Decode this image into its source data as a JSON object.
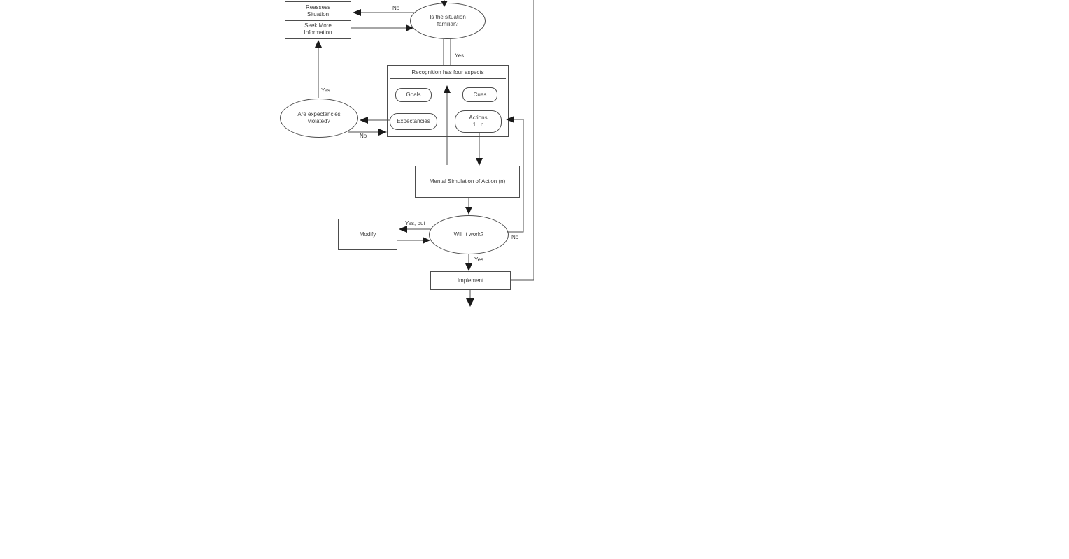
{
  "background_color": "#ffffff",
  "line_color": "#4d4d4d",
  "text_color": "#3d3d3d",
  "nodes": {
    "reassess": {
      "lines": [
        "Reassess",
        "Situation"
      ]
    },
    "seek_more": {
      "lines": [
        "Seek More",
        "Information"
      ]
    },
    "familiar": {
      "lines": [
        "Is the situation",
        "familiar?"
      ]
    },
    "recognition": {
      "title": "Recognition has four aspects"
    },
    "goals": {
      "label": "Goals"
    },
    "cues": {
      "label": "Cues"
    },
    "expectancies": {
      "label": "Expectancies"
    },
    "actions": {
      "lines": [
        "Actions",
        "1...n"
      ]
    },
    "violated": {
      "lines": [
        "Are expectancies",
        "violated?"
      ]
    },
    "mental_simulation": {
      "label": "Mental Simulation of Action (n)"
    },
    "modify": {
      "label": "Modify"
    },
    "will_it_work": {
      "label": "Will it work?"
    },
    "implement": {
      "label": "Implement"
    }
  },
  "edge_labels": {
    "familiar_no": "No",
    "familiar_yes": "Yes",
    "violated_yes": "Yes",
    "violated_no": "No",
    "will_yes_but": "Yes, but",
    "will_no": "No",
    "will_yes": "Yes"
  }
}
